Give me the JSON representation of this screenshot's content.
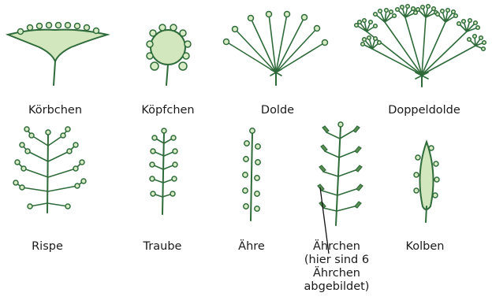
{
  "diagram": {
    "colors": {
      "stroke": "#2f6b3a",
      "fill": "#d2e7be",
      "label": "#1a1a1a"
    },
    "inflorescences": [
      {
        "id": "koerbchen",
        "label": "Körbchen"
      },
      {
        "id": "koepfchen",
        "label": "Köpfchen"
      },
      {
        "id": "dolde",
        "label": "Dolde"
      },
      {
        "id": "doppeldolde",
        "label": "Doppeldolde"
      },
      {
        "id": "rispe",
        "label": "Rispe"
      },
      {
        "id": "traube",
        "label": "Traube"
      },
      {
        "id": "aehre",
        "label": "Ähre"
      },
      {
        "id": "aehrchen",
        "label": "Ährchen\n(hier sind 6\nÄhrchen\nabgebildet)"
      },
      {
        "id": "kolben",
        "label": "Kolben"
      }
    ]
  }
}
